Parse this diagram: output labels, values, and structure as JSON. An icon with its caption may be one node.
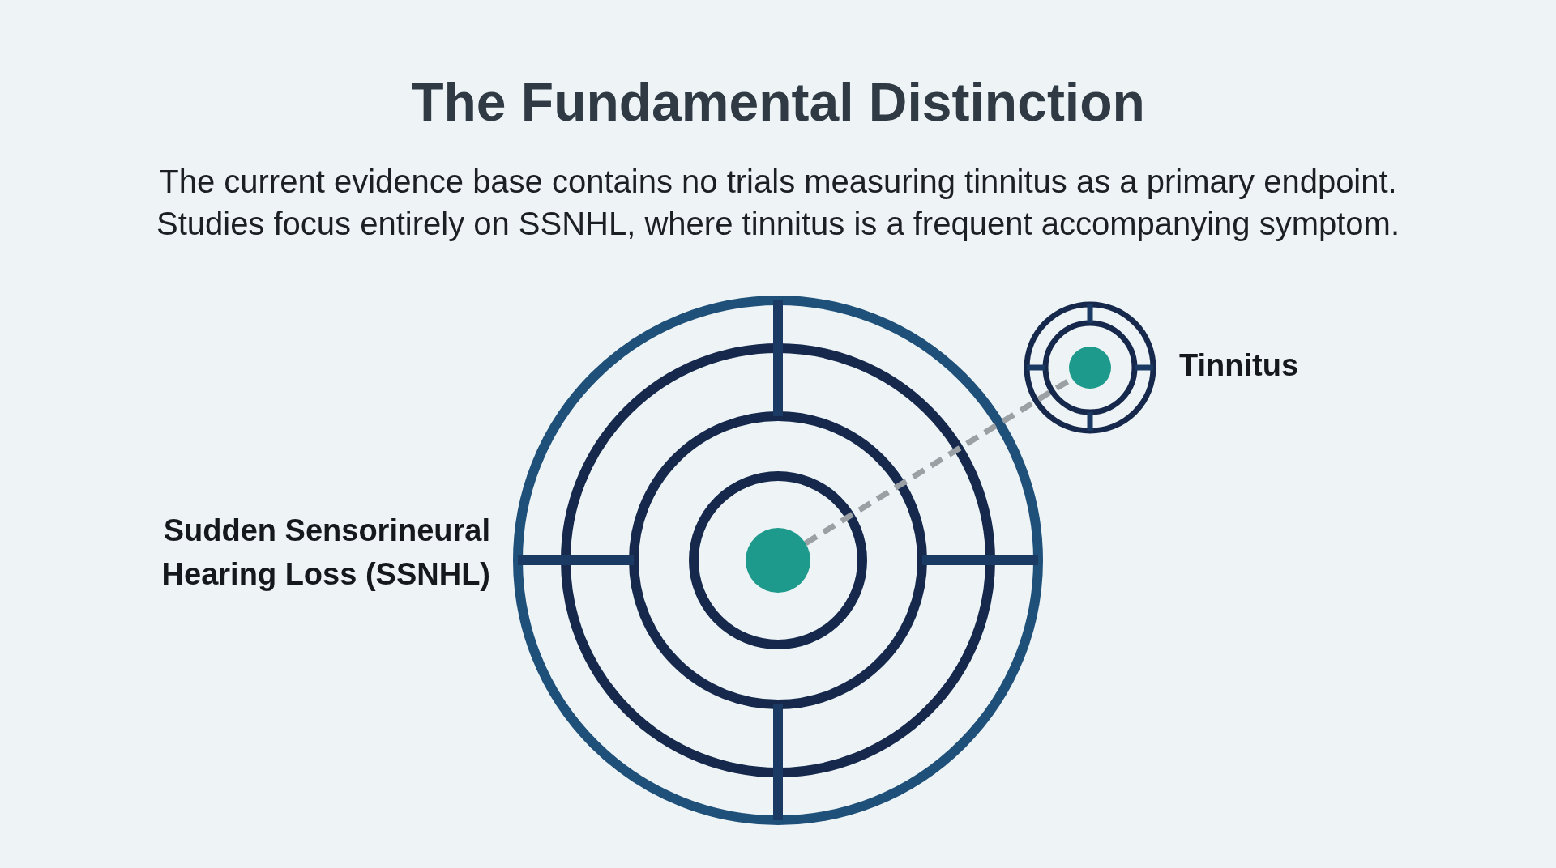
{
  "diagram": {
    "title": "The Fundamental Distinction",
    "nodes": [
      {
        "text": [],
        "shape": "circle"
      },
      {
        "text": [],
        "shape": "circle",
        "beside": [
          "Tinnitus"
        ]
      }
    ],
    "edges": [
      {
        "from": 0,
        "to": 1,
        "arrow": "none",
        "style": "dashed"
      }
    ],
    "labels": [
      "Sudden Sensorineural Hearing Loss (SSNHL)",
      "The current evidence base contains no trials measuring tinnitus as a primary endpoint. Studies focus entirely on SSNHL, where tinnitus is a frequent accompanying symptom."
    ]
  }
}
